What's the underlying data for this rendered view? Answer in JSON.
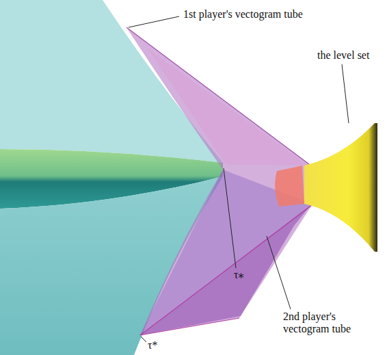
{
  "diagram": {
    "labels": [
      "1st player's vectogram tube",
      "the level set",
      "τ⁎",
      "2nd player's vectogram tube",
      "τ*"
    ]
  }
}
